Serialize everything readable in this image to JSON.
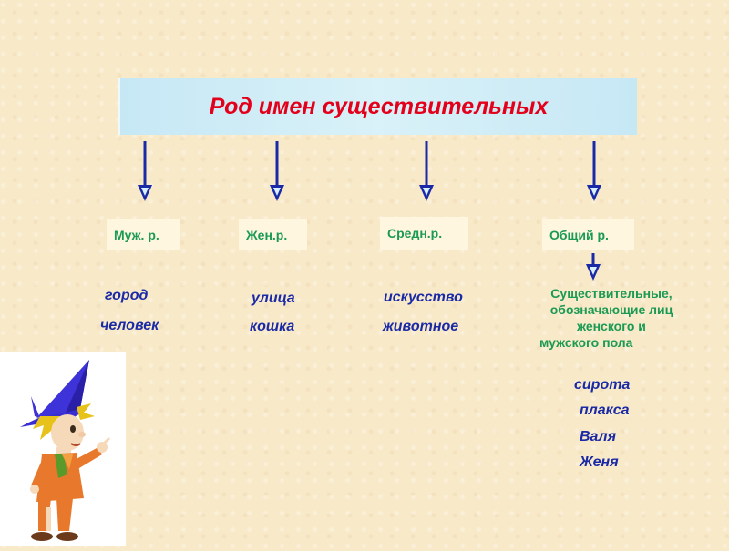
{
  "title": "Род имен существительных",
  "categories": [
    {
      "label": "Муж. р.",
      "examples": [
        "город",
        "человек"
      ]
    },
    {
      "label": "Жен.р.",
      "examples": [
        "улица",
        "кошка"
      ]
    },
    {
      "label": "Средн.р.",
      "examples": [
        "искусство",
        "животное"
      ]
    },
    {
      "label": "Общий р.",
      "examples": []
    }
  ],
  "common_gender": {
    "description_lines": [
      "Существительные,",
      "обозначающие лиц",
      "женского и",
      "мужского пола"
    ],
    "examples": [
      "сирота",
      "плакса",
      "Валя",
      "Женя"
    ]
  },
  "colors": {
    "title_text": "#e3001b",
    "title_bg": "#c6e8f5",
    "category_text": "#1a9a53",
    "example_text": "#1a2aa6",
    "arrow": "#1a2aa6",
    "background": "#f8e9c9"
  },
  "illustration": "cartoon-boy-blue-wizard-hat"
}
